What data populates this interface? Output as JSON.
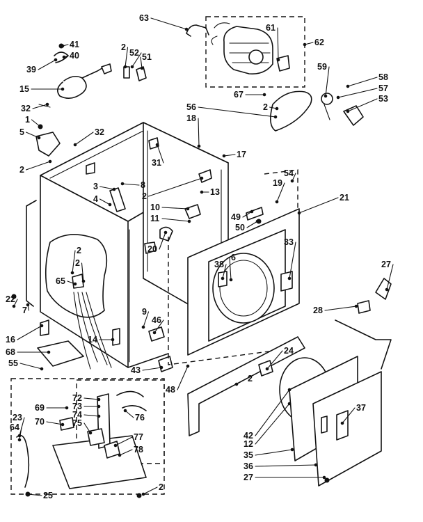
{
  "callouts": [
    {
      "text": "63"
    },
    {
      "text": "61"
    },
    {
      "text": "62"
    },
    {
      "text": "41"
    },
    {
      "text": "40"
    },
    {
      "text": "39"
    },
    {
      "text": "2"
    },
    {
      "text": "52"
    },
    {
      "text": "51"
    },
    {
      "text": "15"
    },
    {
      "text": "32"
    },
    {
      "text": "1"
    },
    {
      "text": "5"
    },
    {
      "text": "32"
    },
    {
      "text": "59"
    },
    {
      "text": "67"
    },
    {
      "text": "2"
    },
    {
      "text": "58"
    },
    {
      "text": "57"
    },
    {
      "text": "53"
    },
    {
      "text": "56"
    },
    {
      "text": "18"
    },
    {
      "text": "17"
    },
    {
      "text": "2"
    },
    {
      "text": "31"
    },
    {
      "text": "54"
    },
    {
      "text": "19"
    },
    {
      "text": "3"
    },
    {
      "text": "8"
    },
    {
      "text": "4"
    },
    {
      "text": "2"
    },
    {
      "text": "13"
    },
    {
      "text": "10"
    },
    {
      "text": "11"
    },
    {
      "text": "49"
    },
    {
      "text": "50"
    },
    {
      "text": "21"
    },
    {
      "text": "20"
    },
    {
      "text": "33"
    },
    {
      "text": "38"
    },
    {
      "text": "6"
    },
    {
      "text": "2"
    },
    {
      "text": "2"
    },
    {
      "text": "65"
    },
    {
      "text": "27"
    },
    {
      "text": "22"
    },
    {
      "text": "7"
    },
    {
      "text": "9"
    },
    {
      "text": "46"
    },
    {
      "text": "28"
    },
    {
      "text": "16"
    },
    {
      "text": "14"
    },
    {
      "text": "68"
    },
    {
      "text": "24"
    },
    {
      "text": "55"
    },
    {
      "text": "43"
    },
    {
      "text": "48"
    },
    {
      "text": "2"
    },
    {
      "text": "72"
    },
    {
      "text": "73"
    },
    {
      "text": "69"
    },
    {
      "text": "74"
    },
    {
      "text": "76"
    },
    {
      "text": "37"
    },
    {
      "text": "70"
    },
    {
      "text": "75"
    },
    {
      "text": "23"
    },
    {
      "text": "64"
    },
    {
      "text": "77"
    },
    {
      "text": "42"
    },
    {
      "text": "12"
    },
    {
      "text": "78"
    },
    {
      "text": "35"
    },
    {
      "text": "36"
    },
    {
      "text": "2"
    },
    {
      "text": "27"
    },
    {
      "text": "25"
    }
  ]
}
